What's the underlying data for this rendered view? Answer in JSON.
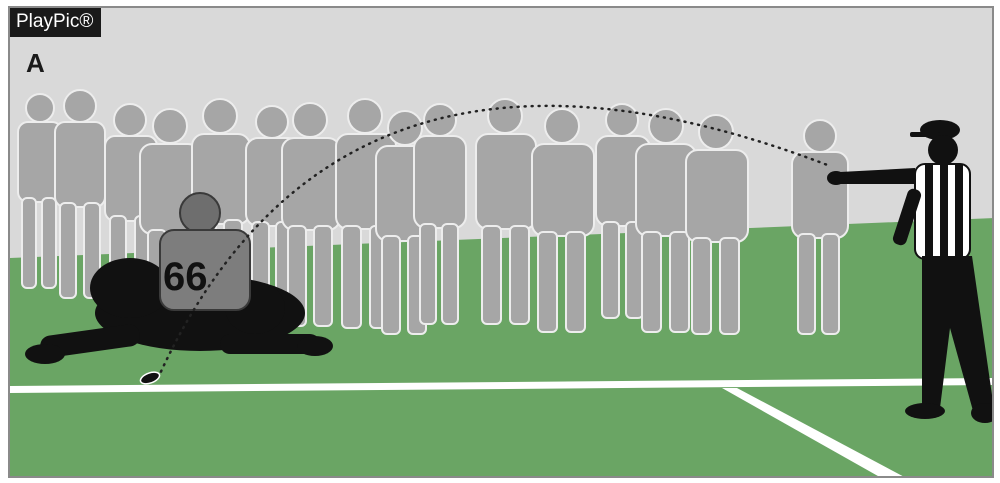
{
  "brand": {
    "label": "PlayPic®"
  },
  "panel": {
    "letter": "A"
  },
  "player": {
    "jersey_number": "66"
  },
  "colors": {
    "sky": "#d9d9d9",
    "field": "#6aa564",
    "lines": "#ffffff",
    "crowd": "#a6a6a6",
    "crowd_edge": "#ededed",
    "player_silhouette": "#111111",
    "jersey": "#7d7d7d",
    "referee_black": "#111111",
    "referee_white": "#ffffff",
    "badge_bg": "#1a1a1a"
  },
  "icons": {
    "trajectory": "dotted-arc",
    "ball": "football-icon"
  }
}
